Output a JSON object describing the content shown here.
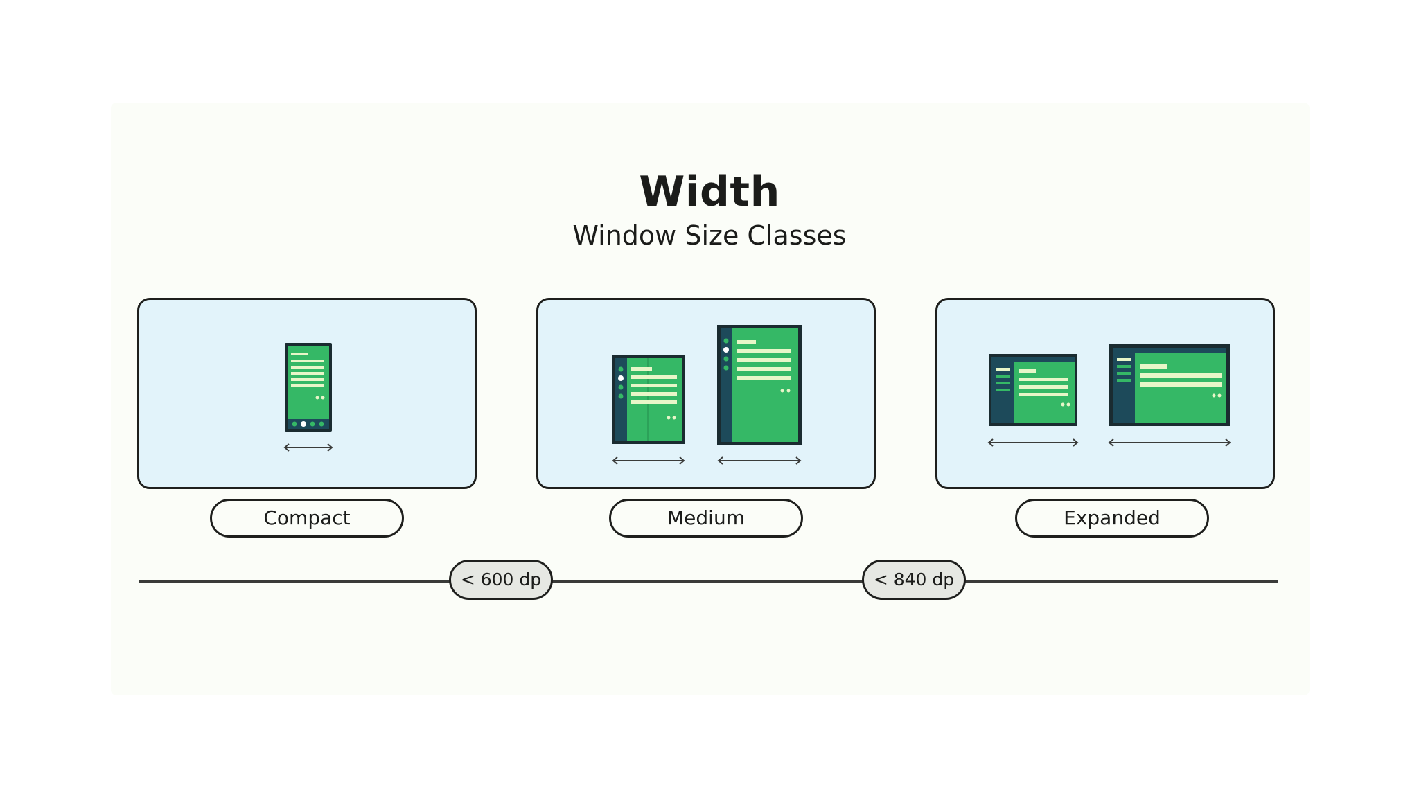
{
  "header": {
    "title": "Width",
    "subtitle": "Window Size Classes"
  },
  "classes": [
    {
      "label": "Compact"
    },
    {
      "label": "Medium"
    },
    {
      "label": "Expanded"
    }
  ],
  "breakpoints": [
    {
      "label": "< 600 dp"
    },
    {
      "label": "< 840 dp"
    }
  ],
  "colors": {
    "slide_background": "#fbfdf8",
    "card_background": "#e2f3fa",
    "device_green": "#35b866",
    "device_frame": "#1a2b30",
    "nav_rail": "#1d4a5a",
    "content_lines": "#e8f6c8",
    "outline": "#1e1f1d"
  }
}
